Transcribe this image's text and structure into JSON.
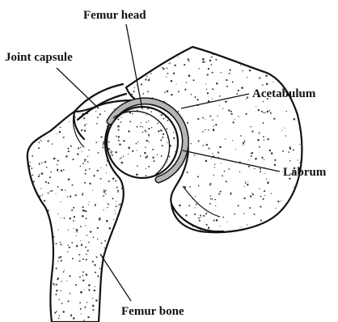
{
  "labels": {
    "femur_head": "Femur head",
    "joint_capsule": "Joint capsule",
    "acetabulum": "Acetabulum",
    "labrum": "Labrum",
    "femur_bone": "Femur bone"
  },
  "colors": {
    "ink": "#111111",
    "bone_fill": "#ffffff",
    "cartilage": "#b5b5b5"
  }
}
